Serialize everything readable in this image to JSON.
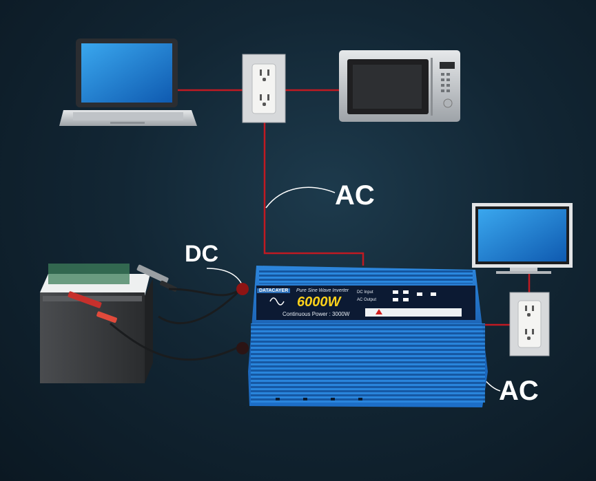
{
  "labels": {
    "ac_top": "AC",
    "dc": "DC",
    "ac_bottom": "AC"
  },
  "inverter": {
    "brand": "DATACAYER",
    "model_line": "Pure Sine Wave Inverter",
    "power_rating": "6000W",
    "continuous_power": "Continuous Power : 3000W",
    "dc_input_label": "DC Input",
    "ac_output_label": "AC Output"
  },
  "colors": {
    "background": "#122634",
    "wire_ac": "#c01a22",
    "inverter_body": "#1f6fc4",
    "label_text": "#ffffff",
    "power_text": "#ffd21a"
  },
  "devices": [
    "laptop-icon",
    "wall-outlet-icon",
    "microwave-icon",
    "tv-monitor-icon",
    "battery-icon",
    "power-inverter-icon"
  ]
}
